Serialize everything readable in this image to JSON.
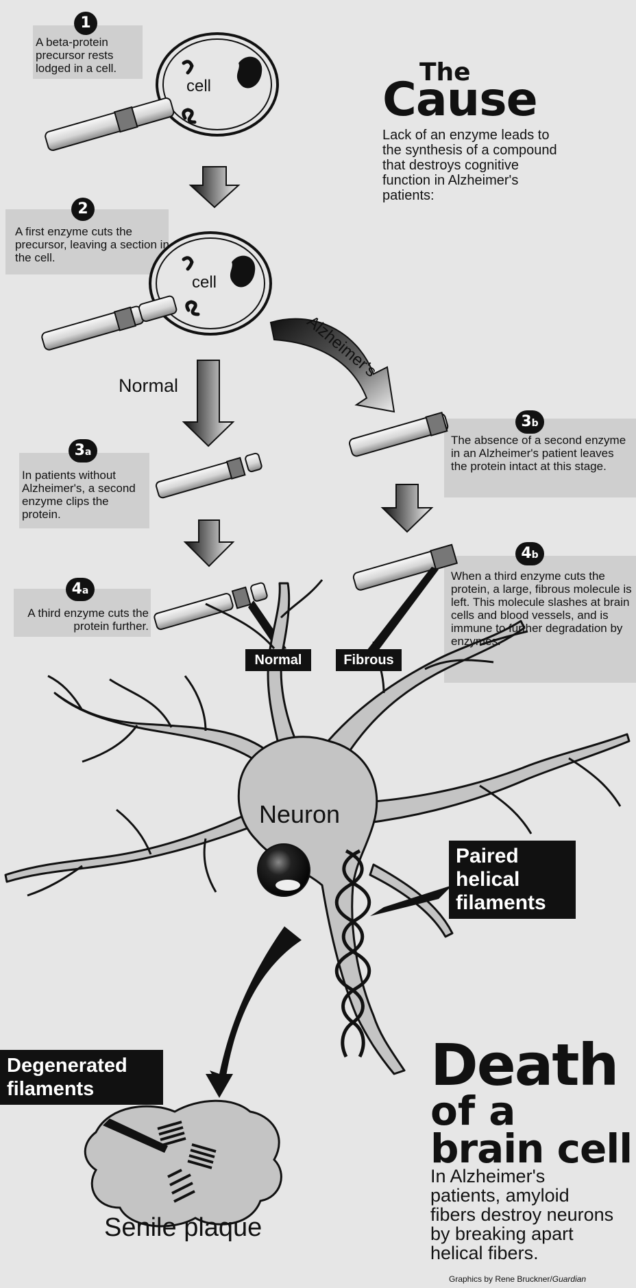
{
  "cause": {
    "title_small": "The",
    "title_large": "Cause",
    "description": "Lack of an enzyme leads to the synthesis of a compound that destroys cognitive function in Alzheimer's patients:"
  },
  "steps": {
    "s1": {
      "num": "1",
      "text": "A beta-protein precursor rests lodged in a cell."
    },
    "s2": {
      "num": "2",
      "text": "A first enzyme cuts the precursor, leaving a section in the cell."
    },
    "s3a": {
      "num": "3",
      "sub": "a",
      "text": "In patients without Alzheimer's, a second enzyme clips the protein."
    },
    "s4a": {
      "num": "4",
      "sub": "a",
      "text": "A third enzyme cuts the protein further."
    },
    "s3b": {
      "num": "3",
      "sub": "b",
      "text": "The absence of a second enzyme in an Alzheimer's patient leaves the protein intact at this stage."
    },
    "s4b": {
      "num": "4",
      "sub": "b",
      "text": "When a third enzyme cuts the protein, a large, fibrous molecule is left. This molecule slashes at brain cells and blood vessels, and is immune to further degradation by enzymes."
    }
  },
  "labels": {
    "cell": "cell",
    "normal_path": "Normal",
    "alzheimers_path": "Alzheimer's",
    "normal_box": "Normal",
    "fibrous_box": "Fibrous",
    "neuron": "Neuron",
    "paired_1": "Paired",
    "paired_2": "helical",
    "paired_3": "filaments",
    "degen_1": "Degenerated",
    "degen_2": "filaments",
    "senile": "Senile plaque"
  },
  "death": {
    "title_1": "Death",
    "title_2": "of a",
    "title_3": "brain cell",
    "description": "In Alzheimer's patients, amyloid fibers destroy neurons by breaking apart helical fibers."
  },
  "credit": {
    "prefix": "Graphics by Rene Bruckner/",
    "source": "Guardian"
  },
  "colors": {
    "background": "#e6e6e6",
    "highlight": "#cfcfcf",
    "neuron_fill": "#c4c4c4",
    "dark": "#111111"
  }
}
